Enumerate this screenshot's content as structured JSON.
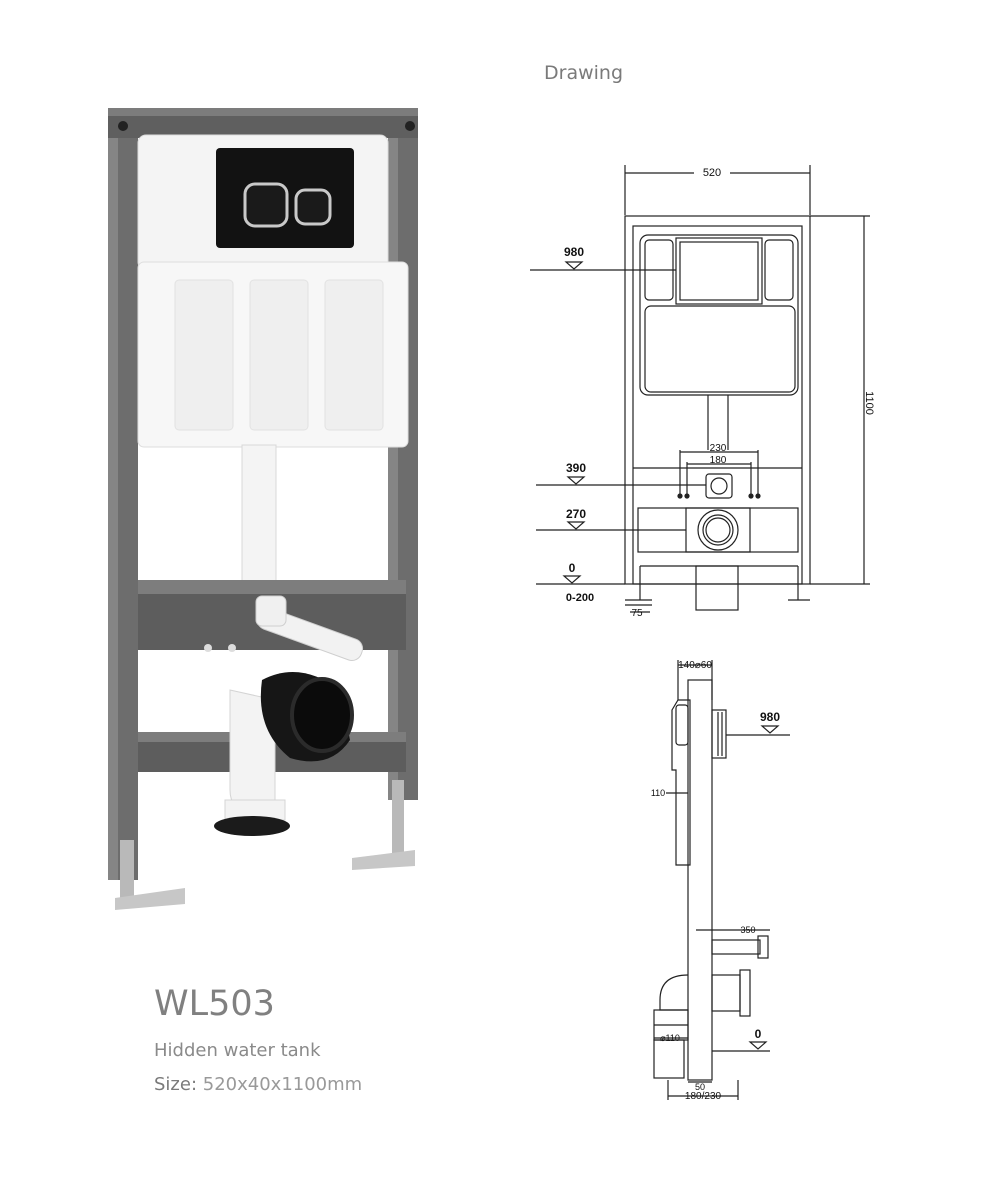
{
  "header": {
    "drawing_title": "Drawing"
  },
  "product": {
    "model": "WL503",
    "description": "Hidden water tank",
    "size_label": "Size:",
    "size_value": "520x40x1100mm"
  },
  "front_view": {
    "width_dim": "520",
    "height_dim": "1100",
    "level_980": "980",
    "level_390": "390",
    "level_270": "270",
    "level_0": "0",
    "range_0_200": "0-200",
    "dim_230": "230",
    "dim_180": "180",
    "dim_75": "75"
  },
  "side_view": {
    "top_dim": "140⌀60",
    "level_980": "980",
    "dim_110": "110",
    "dim_350": "350",
    "dim_phi110": "⌀110",
    "level_0": "0",
    "dim_50": "50",
    "dim_180_230": "180/230"
  }
}
